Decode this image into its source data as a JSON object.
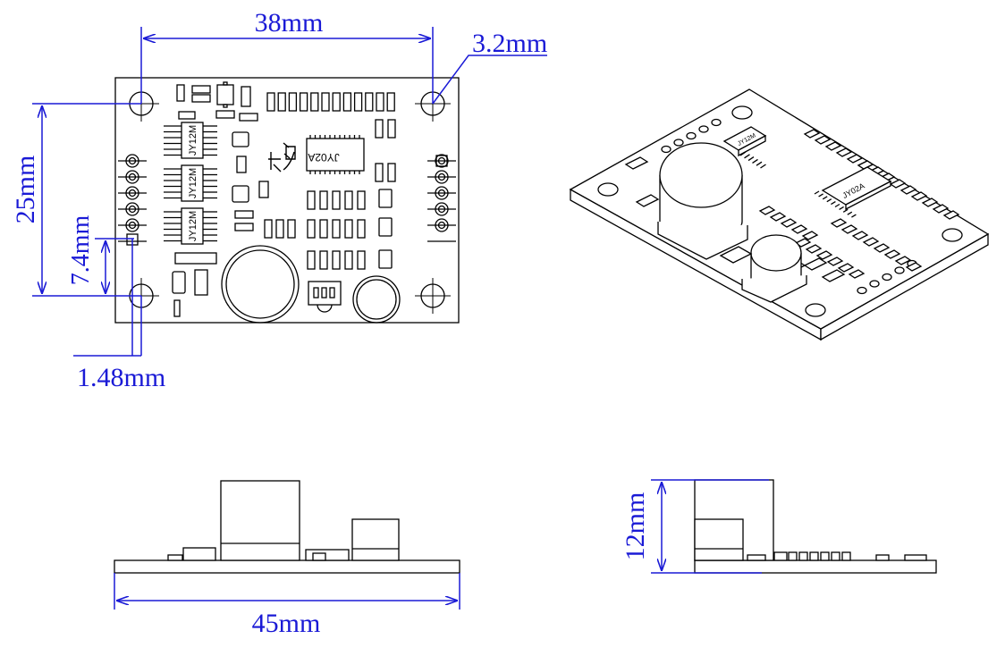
{
  "colors": {
    "dimension": "#1a1ad6",
    "outline": "#000000",
    "background": "#ffffff"
  },
  "top_view": {
    "ic_marking": "JY02A",
    "driver_marking": "JY12M",
    "dims": {
      "hole_spacing": "38mm",
      "hole_diameter": "3.2mm",
      "height": "25mm",
      "pin_offset": "7.4mm",
      "pin_pitch": "1.48mm"
    }
  },
  "iso_view": {
    "ic_marking": "JY02A",
    "driver_marking": "JY12M"
  },
  "front_view": {
    "dims": {
      "length": "45mm"
    }
  },
  "side_view": {
    "dims": {
      "height": "12mm"
    }
  }
}
